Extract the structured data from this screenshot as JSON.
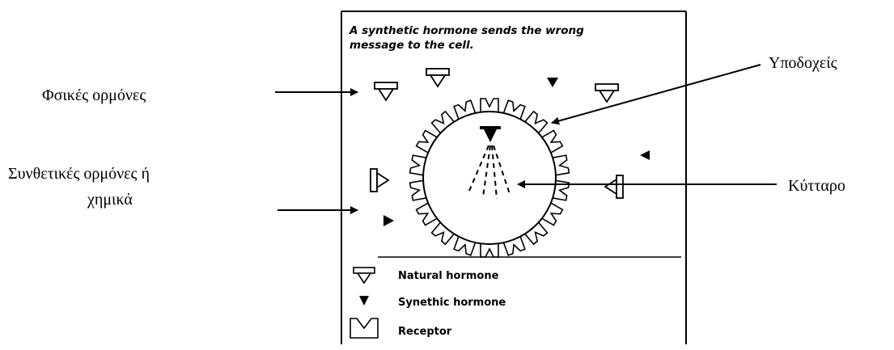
{
  "figure": {
    "caption_line1": "A synthetic hormone sends the wrong",
    "caption_line2": "message to the cell."
  },
  "labels": {
    "natural_hormones": "Φσικές ορμόνες",
    "synthetic_line1": "Συνθετικές ορμόνες ή",
    "synthetic_line2": "χημικά",
    "receptors": "Υποδοχείς",
    "cell": "Κύτταρο"
  },
  "legend": {
    "natural": "Natural hormone",
    "synthetic": "Synethic hormone",
    "receptor": "Receptor"
  }
}
